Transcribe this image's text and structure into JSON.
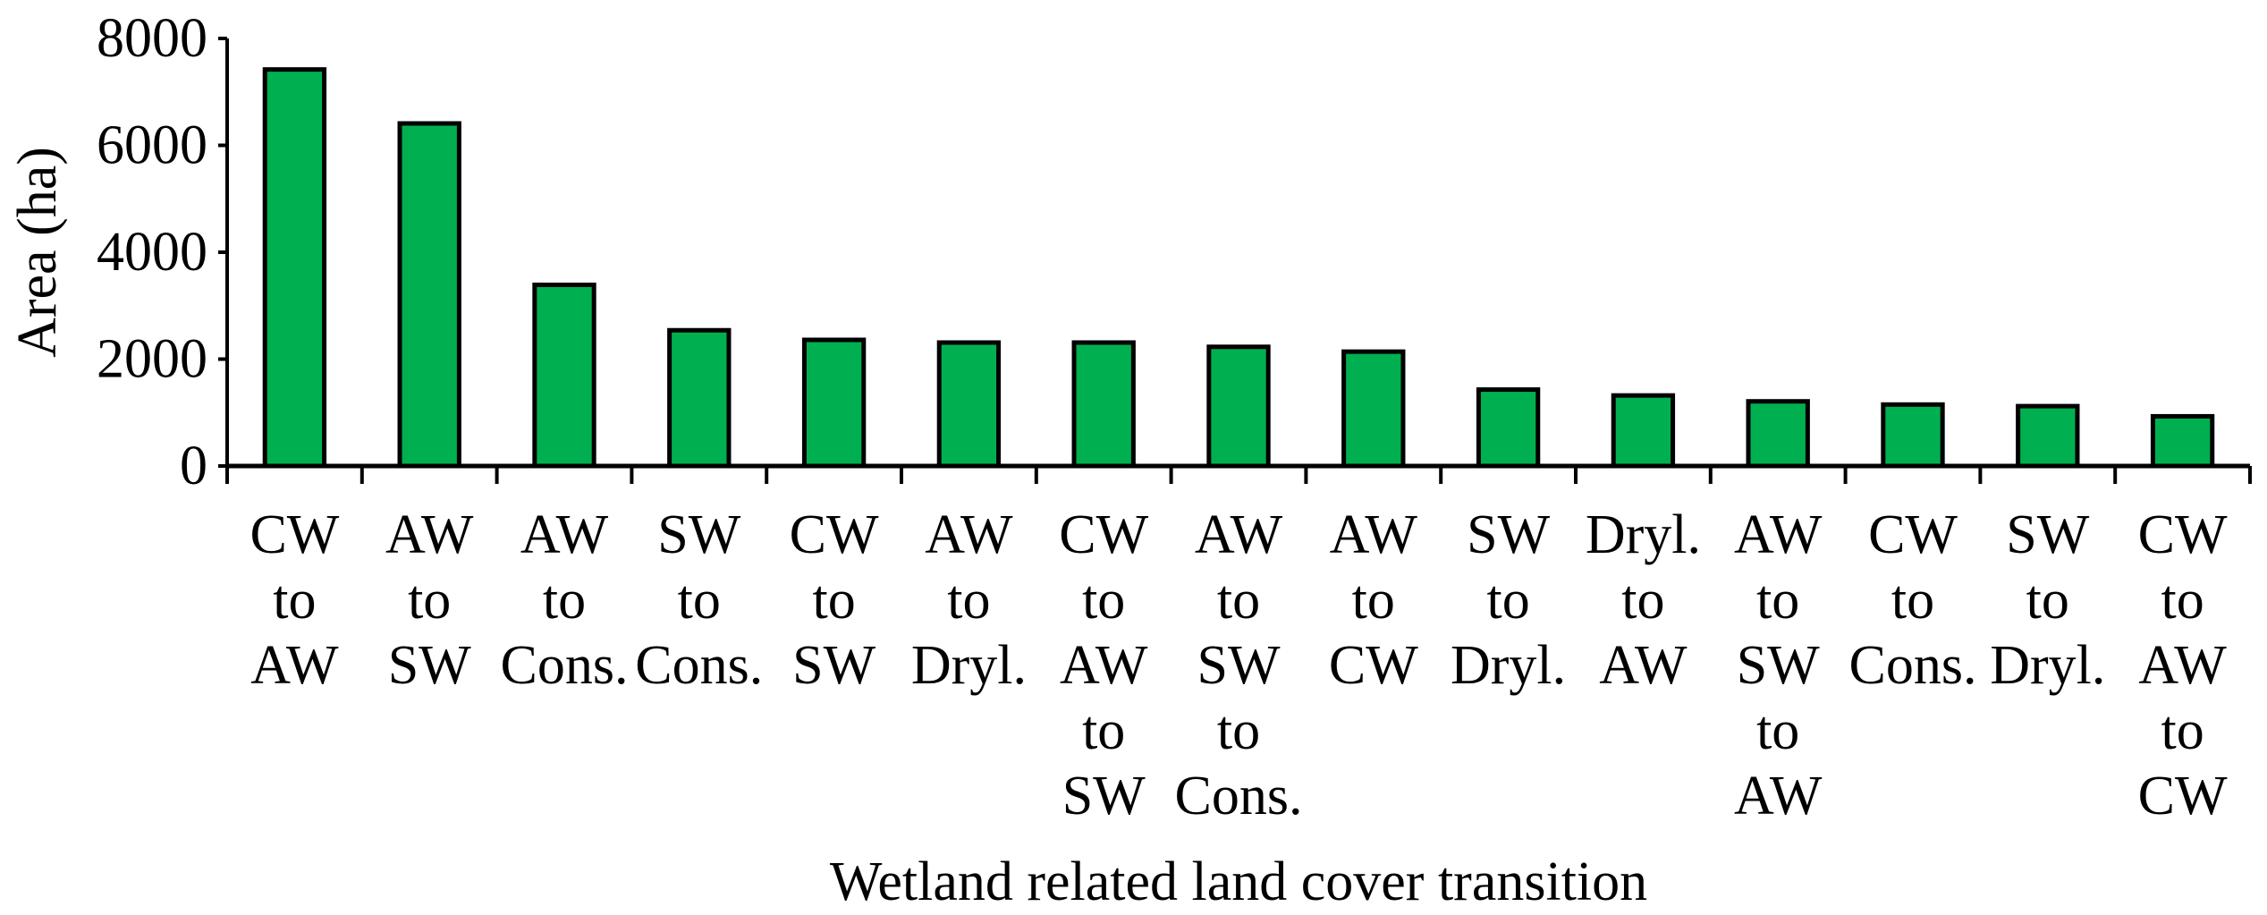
{
  "chart_data": {
    "type": "bar",
    "title": "",
    "xlabel": "Wetland related land cover transition",
    "ylabel": "Area (ha)",
    "ylim": [
      0,
      8000
    ],
    "yticks": [
      "0",
      "2000",
      "4000",
      "6000",
      "8000"
    ],
    "grid": false,
    "bar_color": "#00b050",
    "categories": [
      "CW to AW",
      "AW to SW",
      "AW to Cons.",
      "SW to Cons.",
      "CW to SW",
      "AW to Dryl.",
      "CW to AW to SW",
      "AW to SW to Cons.",
      "AW to CW",
      "SW to Dryl.",
      "Dryl. to AW",
      "AW to SW to AW",
      "CW to Cons.",
      "SW to Dryl.",
      "CW to AW to CW"
    ],
    "values": [
      7420,
      6410,
      3390,
      2540,
      2360,
      2310,
      2310,
      2230,
      2140,
      1430,
      1320,
      1210,
      1150,
      1120,
      930
    ]
  }
}
